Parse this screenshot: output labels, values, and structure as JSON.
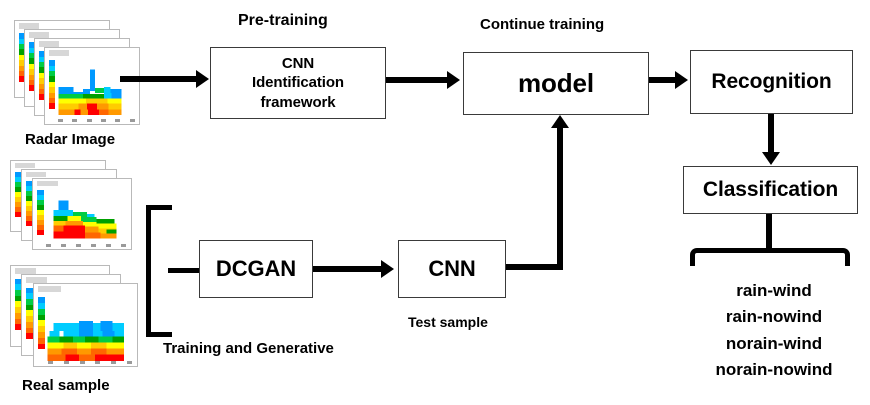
{
  "diagram": {
    "title": "Radar image recognition and classification pipeline",
    "boxes": {
      "cnn_framework": "CNN\nIdentification\nframework",
      "cnn_framework_lines": [
        "CNN",
        "Identification",
        "framework"
      ],
      "model": "model",
      "recognition": "Recognition",
      "classification": "Classification",
      "dcgan": "DCGAN",
      "cnn_test": "CNN"
    },
    "labels": {
      "pre_training": "Pre-training",
      "continue_training": "Continue training",
      "radar_image": "Radar Image",
      "real_sample": "Real sample",
      "training_and_generative": "Training and Generative",
      "test_sample": "Test sample"
    },
    "classes": [
      "rain-wind",
      "rain-nowind",
      "norain-wind",
      "norain-nowind"
    ],
    "colors": {
      "line": "#000000",
      "box_border": "#3a3a3a",
      "background": "#ffffff",
      "palette": [
        "#ff0000",
        "#ff6600",
        "#ff9900",
        "#ffcc00",
        "#ffff00",
        "#00a000",
        "#00cc44",
        "#00ccff",
        "#0099ff",
        "#0066ff"
      ]
    }
  }
}
